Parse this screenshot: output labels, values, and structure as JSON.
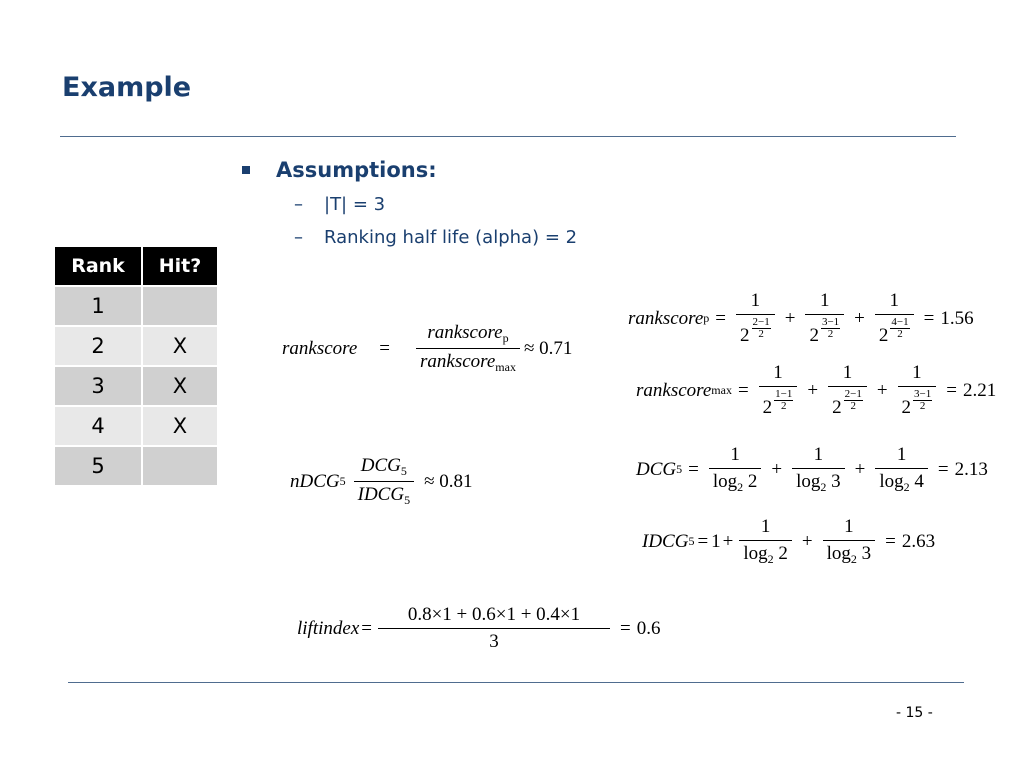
{
  "slide": {
    "title": "Example",
    "page_number": "- 15 -"
  },
  "bullets": {
    "heading": "Assumptions:",
    "items": [
      "|T| = 3",
      "Ranking half life (alpha) = 2"
    ],
    "dash": "–"
  },
  "rank_table": {
    "headers": [
      "Rank",
      "Hit?"
    ],
    "rows": [
      [
        "1",
        ""
      ],
      [
        "2",
        "X"
      ],
      [
        "3",
        "X"
      ],
      [
        "4",
        "X"
      ],
      [
        "5",
        ""
      ]
    ]
  },
  "formulas": {
    "rankscore_ratio": {
      "lhs": "rankscore",
      "num": "rankscore",
      "num_sub": "p",
      "den": "rankscore",
      "den_sub": "max",
      "result": "≈ 0.71"
    },
    "rankscore_p": {
      "lhs": "rankscore",
      "lhs_sub": "p",
      "terms": [
        {
          "num": "1",
          "base": "2",
          "exp_num": "2−1",
          "exp_den": "2"
        },
        {
          "num": "1",
          "base": "2",
          "exp_num": "3−1",
          "exp_den": "2"
        },
        {
          "num": "1",
          "base": "2",
          "exp_num": "4−1",
          "exp_den": "2"
        }
      ],
      "result": "1.56"
    },
    "rankscore_max": {
      "lhs": "rankscore",
      "lhs_sub": "max",
      "terms": [
        {
          "num": "1",
          "base": "2",
          "exp_num": "1−1",
          "exp_den": "2"
        },
        {
          "num": "1",
          "base": "2",
          "exp_num": "2−1",
          "exp_den": "2"
        },
        {
          "num": "1",
          "base": "2",
          "exp_num": "3−1",
          "exp_den": "2"
        }
      ],
      "result": "2.21"
    },
    "ndcg": {
      "lhs": "nDCG",
      "lhs_sub": "5",
      "num": "DCG",
      "num_sub": "5",
      "den": "IDCG",
      "den_sub": "5",
      "result": "≈ 0.81"
    },
    "dcg": {
      "lhs": "DCG",
      "lhs_sub": "5",
      "terms": [
        {
          "num": "1",
          "den_log": "log",
          "den_base": "2",
          "den_arg": "2"
        },
        {
          "num": "1",
          "den_log": "log",
          "den_base": "2",
          "den_arg": "3"
        },
        {
          "num": "1",
          "den_log": "log",
          "den_base": "2",
          "den_arg": "4"
        }
      ],
      "result": "2.13"
    },
    "idcg": {
      "lhs": "IDCG",
      "lhs_sub": "5",
      "lead": "1",
      "terms": [
        {
          "num": "1",
          "den_log": "log",
          "den_base": "2",
          "den_arg": "2"
        },
        {
          "num": "1",
          "den_log": "log",
          "den_base": "2",
          "den_arg": "3"
        }
      ],
      "result": "2.63"
    },
    "liftindex": {
      "lhs": "liftindex",
      "num": "0.8×1 + 0.6×1 + 0.4×1",
      "den": "3",
      "result": "0.6"
    }
  }
}
